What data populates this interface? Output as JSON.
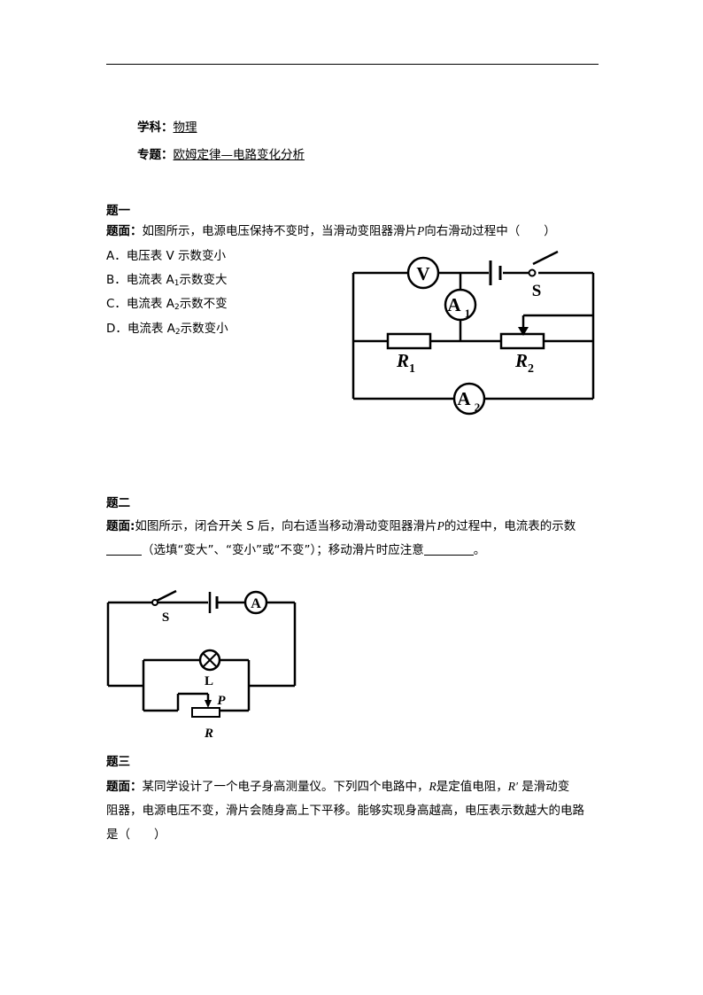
{
  "header": {
    "subject_label": "学科：",
    "subject_value": "物理",
    "topic_label": "专题：",
    "topic_value": "欧姆定律—电路变化分析"
  },
  "q1": {
    "heading": "题一",
    "stem_label": "题面：",
    "stem_a": "如图所示，电源电压保持不变时，当滑动变阻器滑片",
    "stem_var": "P",
    "stem_b": "向右滑动过程中（　　）",
    "options": {
      "a": "A．电压表 V 示数变小",
      "b_pre": "B．电流表 A",
      "b_sub": "1",
      "b_post": "示数变大",
      "c_pre": "C．电流表 A",
      "c_sub": "2",
      "c_post": "示数不变",
      "d_pre": "D．电流表 A",
      "d_sub": "2",
      "d_post": "示数变小"
    },
    "circuit": {
      "voltmeter": "V",
      "ammeter1": "A",
      "ammeter1_sub": "1",
      "ammeter2": "A",
      "ammeter2_sub": "2",
      "switch": "S",
      "r1": "R",
      "r1_sub": "1",
      "r2": "R",
      "r2_sub": "2"
    }
  },
  "q2": {
    "heading": "题二",
    "stem_label": "题面:",
    "stem_a": "如图所示，闭合开关 S 后，向右适当移动滑动变阻器滑片",
    "stem_var": "P",
    "stem_b": "的过程中，电流表的示数",
    "line2_a": "（选填“变大”、“变小”或“不变”）；移动滑片时应注意",
    "line2_end": "。",
    "circuit": {
      "switch": "S",
      "ammeter": "A",
      "lamp": "L",
      "slider": "P",
      "resistor": "R"
    }
  },
  "q3": {
    "heading": "题三",
    "stem_label": "题面：",
    "line1_a": "某同学设计了一个电子身高测量仪。下列四个电路中，",
    "line1_r": "R",
    "line1_b": "是定值电阻，",
    "line1_rp": "R′",
    "line1_c": "是滑动变",
    "line2": "阻器，电源电压不变，滑片会随身高上下平移。能够实现身高越高，电压表示数越大的电路",
    "line3": "是（　　）"
  }
}
